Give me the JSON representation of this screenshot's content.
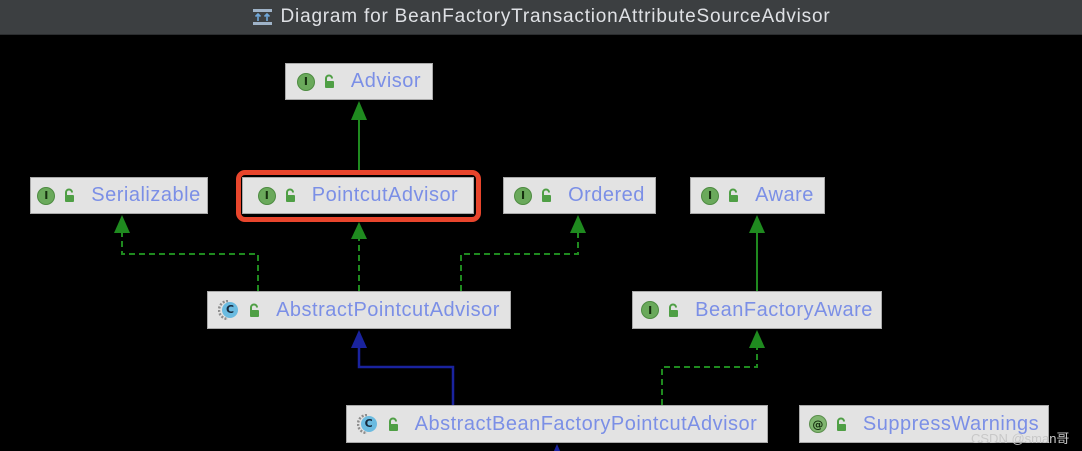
{
  "window": {
    "title": "Diagram for BeanFactoryTransactionAttributeSourceAdvisor",
    "title_icon": "diagram-icon"
  },
  "colors": {
    "canvas": "#000000",
    "titlebar": "#3c3f41",
    "title_text": "#dfe1e5",
    "node_fill": "#e3e3e3",
    "node_border": "#a9a9a9",
    "node_label": "#7b8fe6",
    "edge_green": "#1f8a1f",
    "edge_blue": "#1a239e",
    "highlight": "#e8452c",
    "interface_badge": "#6aa95b",
    "class_badge": "#6bbbe0",
    "annotation_badge": "#7fb56f",
    "lock": "#4f9f45",
    "watermark": "#c8c8c8"
  },
  "nodes": {
    "advisor": {
      "label": "Advisor",
      "type_icon": "interface-icon",
      "badge_letter": "I",
      "access_icon": "lock-open-icon"
    },
    "serializable": {
      "label": "Serializable",
      "type_icon": "interface-icon",
      "badge_letter": "I",
      "access_icon": "lock-open-icon"
    },
    "pointcut_advisor": {
      "label": "PointcutAdvisor",
      "type_icon": "interface-icon",
      "badge_letter": "I",
      "access_icon": "lock-open-icon",
      "highlighted": true
    },
    "ordered": {
      "label": "Ordered",
      "type_icon": "interface-icon",
      "badge_letter": "I",
      "access_icon": "lock-open-icon"
    },
    "aware": {
      "label": "Aware",
      "type_icon": "interface-icon",
      "badge_letter": "I",
      "access_icon": "lock-open-icon"
    },
    "abstract_pointcut_advisor": {
      "label": "AbstractPointcutAdvisor",
      "type_icon": "abstract-class-icon",
      "badge_letter": "C",
      "access_icon": "lock-open-icon"
    },
    "bean_factory_aware": {
      "label": "BeanFactoryAware",
      "type_icon": "interface-icon",
      "badge_letter": "I",
      "access_icon": "lock-open-icon"
    },
    "abstract_bean_factory_pointcut_advisor": {
      "label": "AbstractBeanFactoryPointcutAdvisor",
      "type_icon": "abstract-class-icon",
      "badge_letter": "C",
      "access_icon": "lock-open-icon"
    },
    "suppress_warnings": {
      "label": "SuppressWarnings",
      "type_icon": "annotation-icon",
      "badge_letter": "@",
      "access_icon": "lock-open-icon"
    }
  },
  "watermark": {
    "text": "CSDN @sman哥"
  }
}
